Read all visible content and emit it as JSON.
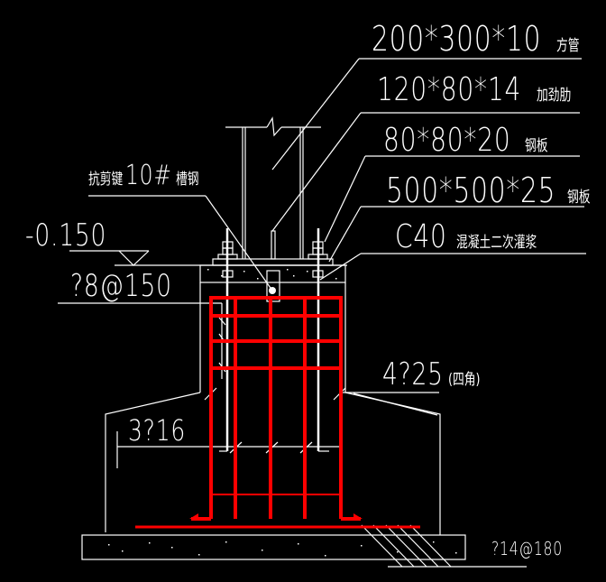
{
  "drawing": {
    "background": "#000000",
    "line_color": "#ffffff",
    "rebar_color": "#ff0000"
  },
  "labels": {
    "column_tube": {
      "dims": "200*300*10",
      "desc": "方管"
    },
    "stiffener": {
      "dims": "120*80*14",
      "desc": "加劲肋"
    },
    "washer_plate": {
      "dims": "80*80*20",
      "desc": "钢板"
    },
    "base_plate": {
      "dims": "500*500*25",
      "desc": "钢板"
    },
    "grout": {
      "dims": "C40",
      "desc": "混凝土二次灌浆"
    },
    "shear_key": {
      "desc": "抗剪键",
      "dims": "10#",
      "desc2": "槽钢"
    },
    "elevation": "-0.150",
    "stirrups": "?8@150",
    "corner_bars": {
      "dims": "4?25",
      "desc": "(四角)"
    },
    "side_bars": "3?16",
    "bottom_bars": "?14@180"
  }
}
